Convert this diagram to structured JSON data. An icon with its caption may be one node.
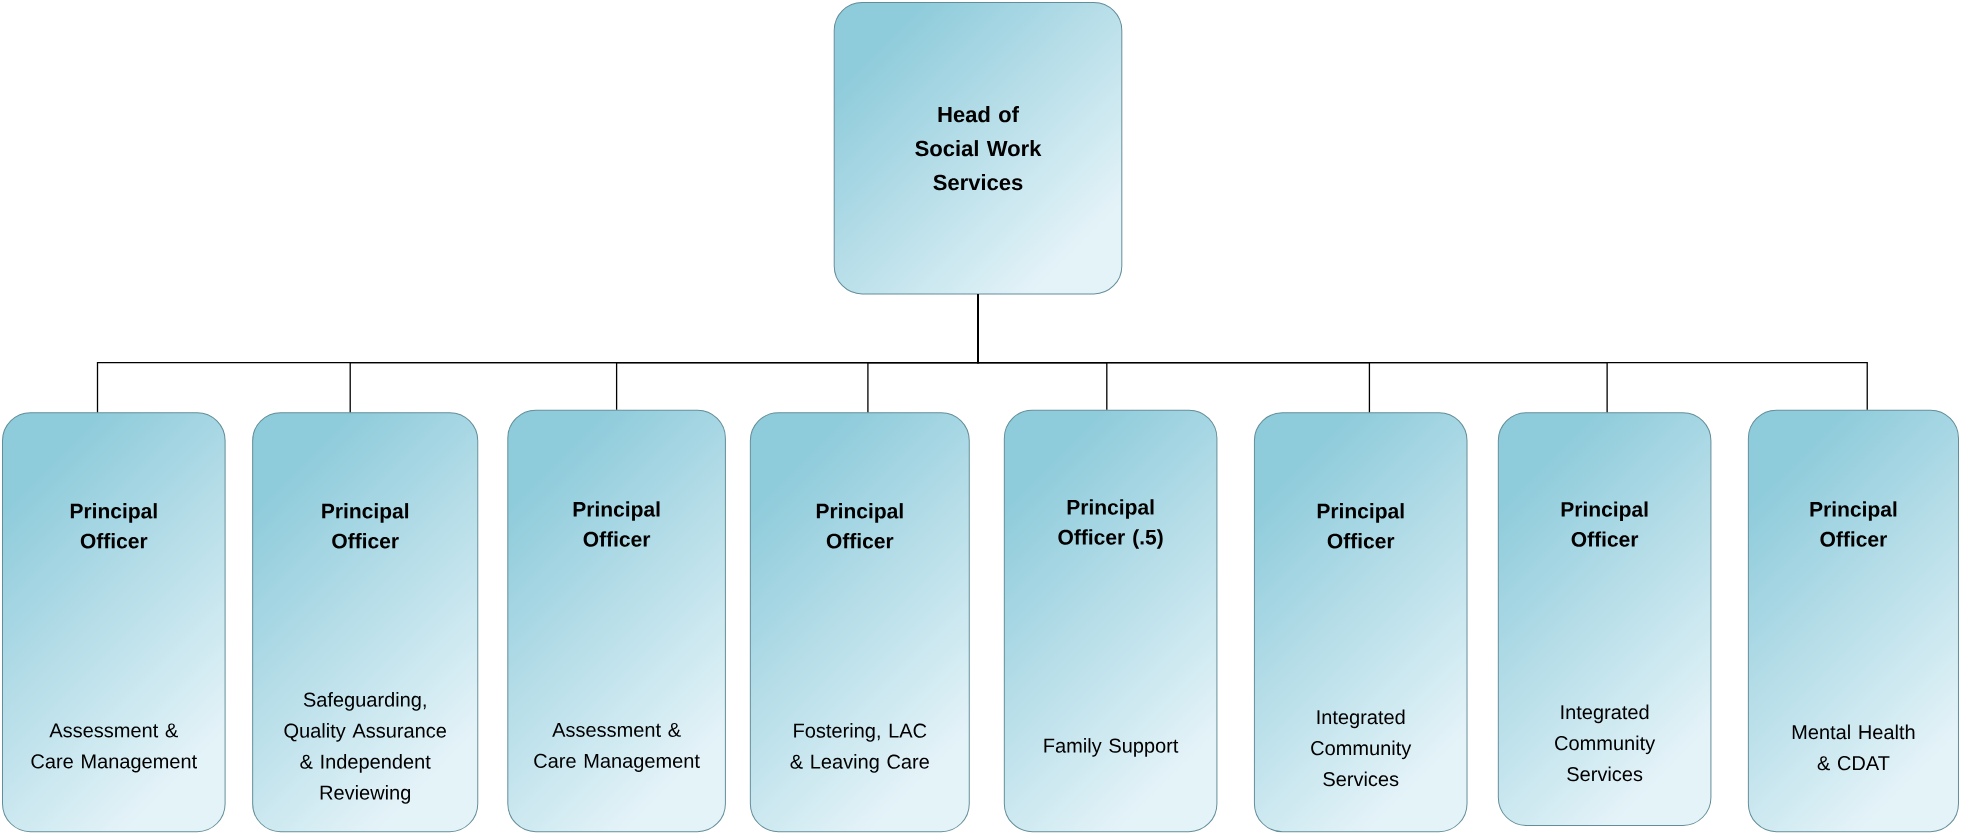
{
  "diagram": {
    "nodes": [
      {
        "text": [
          "Head of Social Work Services"
        ]
      },
      {
        "text": [
          "Principal Officer",
          "Assessment & Care Management"
        ]
      },
      {
        "text": [
          "Principal Officer",
          "Safeguarding, Quality Assurance & Independent Reviewing"
        ]
      },
      {
        "text": [
          "Principal Officer",
          "Assessment & Care Management"
        ]
      },
      {
        "text": [
          "Principal Officer",
          "Fostering, LAC & Leaving Care"
        ]
      },
      {
        "text": [
          "Principal Officer (.5)",
          "Family Support"
        ]
      },
      {
        "text": [
          "Principal Officer",
          "Integrated Community Services"
        ]
      },
      {
        "text": [
          "Principal Officer",
          "Integrated Community Services"
        ]
      },
      {
        "text": [
          "Principal Officer",
          "Mental Health & CDAT"
        ]
      }
    ],
    "edges": [
      {
        "from": 0,
        "to": 1,
        "arrow": "none"
      },
      {
        "from": 0,
        "to": 2,
        "arrow": "none"
      },
      {
        "from": 0,
        "to": 3,
        "arrow": "none"
      },
      {
        "from": 0,
        "to": 4,
        "arrow": "none"
      },
      {
        "from": 0,
        "to": 5,
        "arrow": "none"
      },
      {
        "from": 0,
        "to": 6,
        "arrow": "none"
      },
      {
        "from": 0,
        "to": 7,
        "arrow": "none"
      },
      {
        "from": 0,
        "to": 8,
        "arrow": "none"
      }
    ]
  }
}
